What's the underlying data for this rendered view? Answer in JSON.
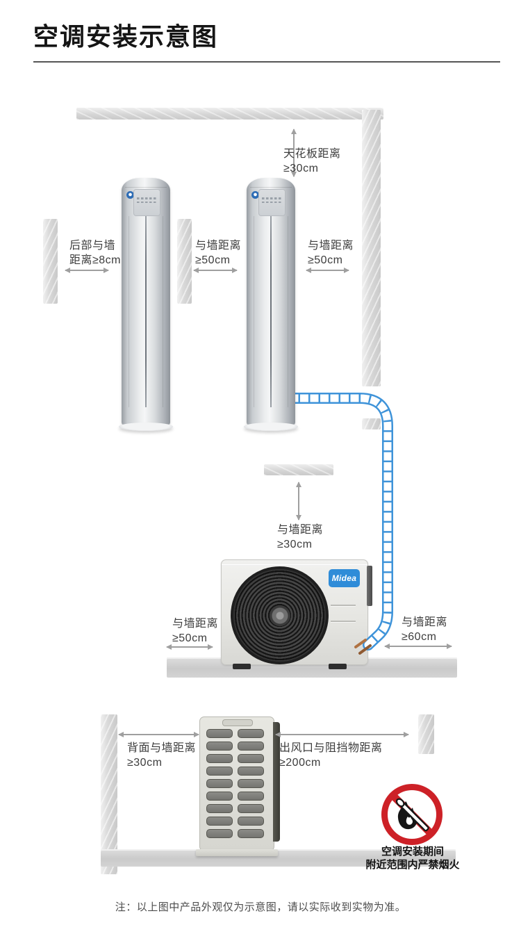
{
  "header": {
    "title": "空调安装示意图"
  },
  "diagram_top": {
    "ceiling_label": {
      "line1": "天花板距离",
      "line2": "≥30cm"
    },
    "rear_wall_label": {
      "line1": "后部与墙",
      "line2": "距离≥8cm"
    },
    "wall_label_left": {
      "line1": "与墙距离",
      "line2": "≥50cm"
    },
    "wall_label_right": {
      "line1": "与墙距离",
      "line2": "≥50cm"
    }
  },
  "diagram_outdoor": {
    "above_wall_label": {
      "line1": "与墙距离",
      "line2": "≥30cm"
    },
    "left_wall_label": {
      "line1": "与墙距离",
      "line2": "≥50cm"
    },
    "right_wall_label": {
      "line1": "与墙距离",
      "line2": "≥60cm"
    },
    "brand": "Midea"
  },
  "diagram_rear": {
    "back_wall_label": {
      "line1": "背面与墙距离",
      "line2": "≥30cm"
    },
    "outlet_label": {
      "line1": "出风口与阻挡物距离",
      "line2": "≥200cm"
    }
  },
  "warning": {
    "line1": "空调安装期间",
    "line2": "附近范围内严禁烟火"
  },
  "footnote": "注：以上图中产品外观仅为示意图，请以实际收到实物为准。",
  "colors": {
    "pipe_blue": "#3e93d9",
    "brand_blue": "#2f8cd8",
    "warning_red": "#cd2127",
    "wall_gray": "#d6d6d6",
    "arrow_gray": "#9f9f9f",
    "title_black": "#151515"
  }
}
